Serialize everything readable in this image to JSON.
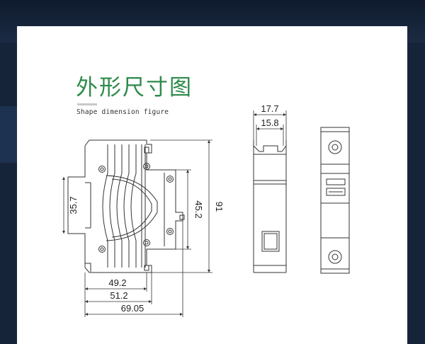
{
  "header": {
    "title": "外形尺寸图",
    "subtitle": "Shape dimension figure"
  },
  "dimensions": {
    "height_total": "91",
    "height_mid": "45.2",
    "height_rail": "35.7",
    "width_49": "49.2",
    "width_51": "51.2",
    "width_total": "69.05",
    "front_width": "17.7",
    "front_inner": "15.8"
  },
  "colors": {
    "title": "#2d8a4a",
    "line": "#333333",
    "background": "#16243a"
  }
}
